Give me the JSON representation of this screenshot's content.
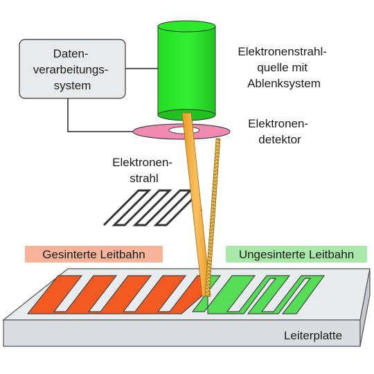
{
  "labels": {
    "processing_box": [
      "Daten-",
      "verarbeitungs-",
      "system"
    ],
    "beam_source": [
      "Elektronenstrahl-",
      "quelle mit",
      "Ablenksystem"
    ],
    "detector": [
      "Elektronen-",
      "detektor"
    ],
    "beam": [
      "Elektronen-",
      "strahl"
    ],
    "sintered": "Gesinterte Leitbahn",
    "unsintered": "Ungesinterte Leitbahn",
    "board": "Leiterplatte"
  },
  "colors": {
    "source_green": "#22dd22",
    "sintered_orange": "#f25a22",
    "unsintered_green": "#55dd55",
    "detector_pink": "#f08ab0",
    "beam_orange": "#f7b03a",
    "board_gray": "#d9dde2",
    "box_gray": "#e8eaec",
    "sintered_label_bg": "#f7b49a",
    "unsintered_label_bg": "#a8e8a8"
  }
}
